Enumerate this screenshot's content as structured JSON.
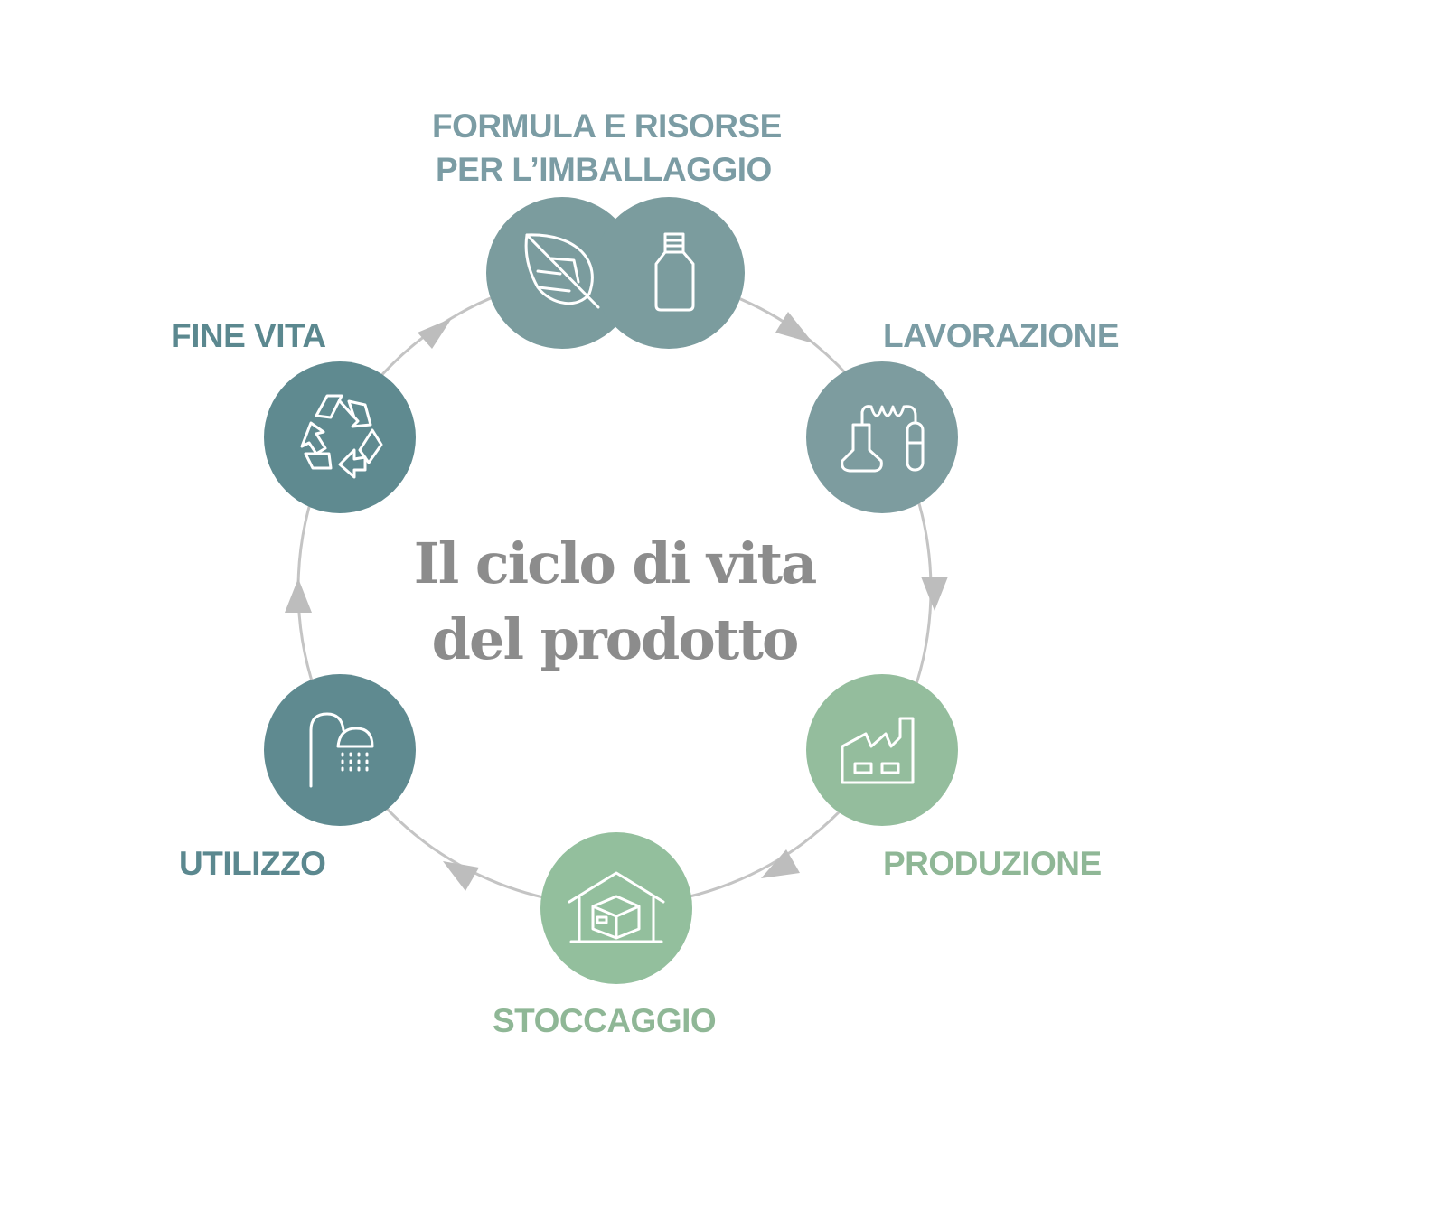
{
  "title": {
    "line1": "Il ciclo di vita",
    "line2": "del prodotto"
  },
  "stages": [
    {
      "id": "formula",
      "label_line1": "FORMULA E RISORSE",
      "label_line2": "PER L’IMBALLAGGIO",
      "icons": [
        "leaf-icon",
        "bottle-icon"
      ],
      "color": "#7b9c9e"
    },
    {
      "id": "lavorazione",
      "label": "LAVORAZIONE",
      "icon": "lab-equipment-icon",
      "color": "#7b9c9e"
    },
    {
      "id": "produzione",
      "label": "PRODUZIONE",
      "icon": "factory-icon",
      "color": "#94bd9d"
    },
    {
      "id": "stoccaggio",
      "label": "STOCCAGGIO",
      "icon": "warehouse-box-icon",
      "color": "#94bd9d"
    },
    {
      "id": "utilizzo",
      "label": "UTILIZZO",
      "icon": "shower-icon",
      "color": "#5f8a90"
    },
    {
      "id": "fine_vita",
      "label": "FINE VITA",
      "icon": "recycle-icon",
      "color": "#5f8a90"
    }
  ],
  "colors": {
    "ring": "#c4c4c4",
    "arrow": "#bdbdbd",
    "title": "#8c8c8c",
    "label_teal_light": "#7b9ca4",
    "label_teal_dark": "#5b888f",
    "label_green": "#8fb796"
  }
}
